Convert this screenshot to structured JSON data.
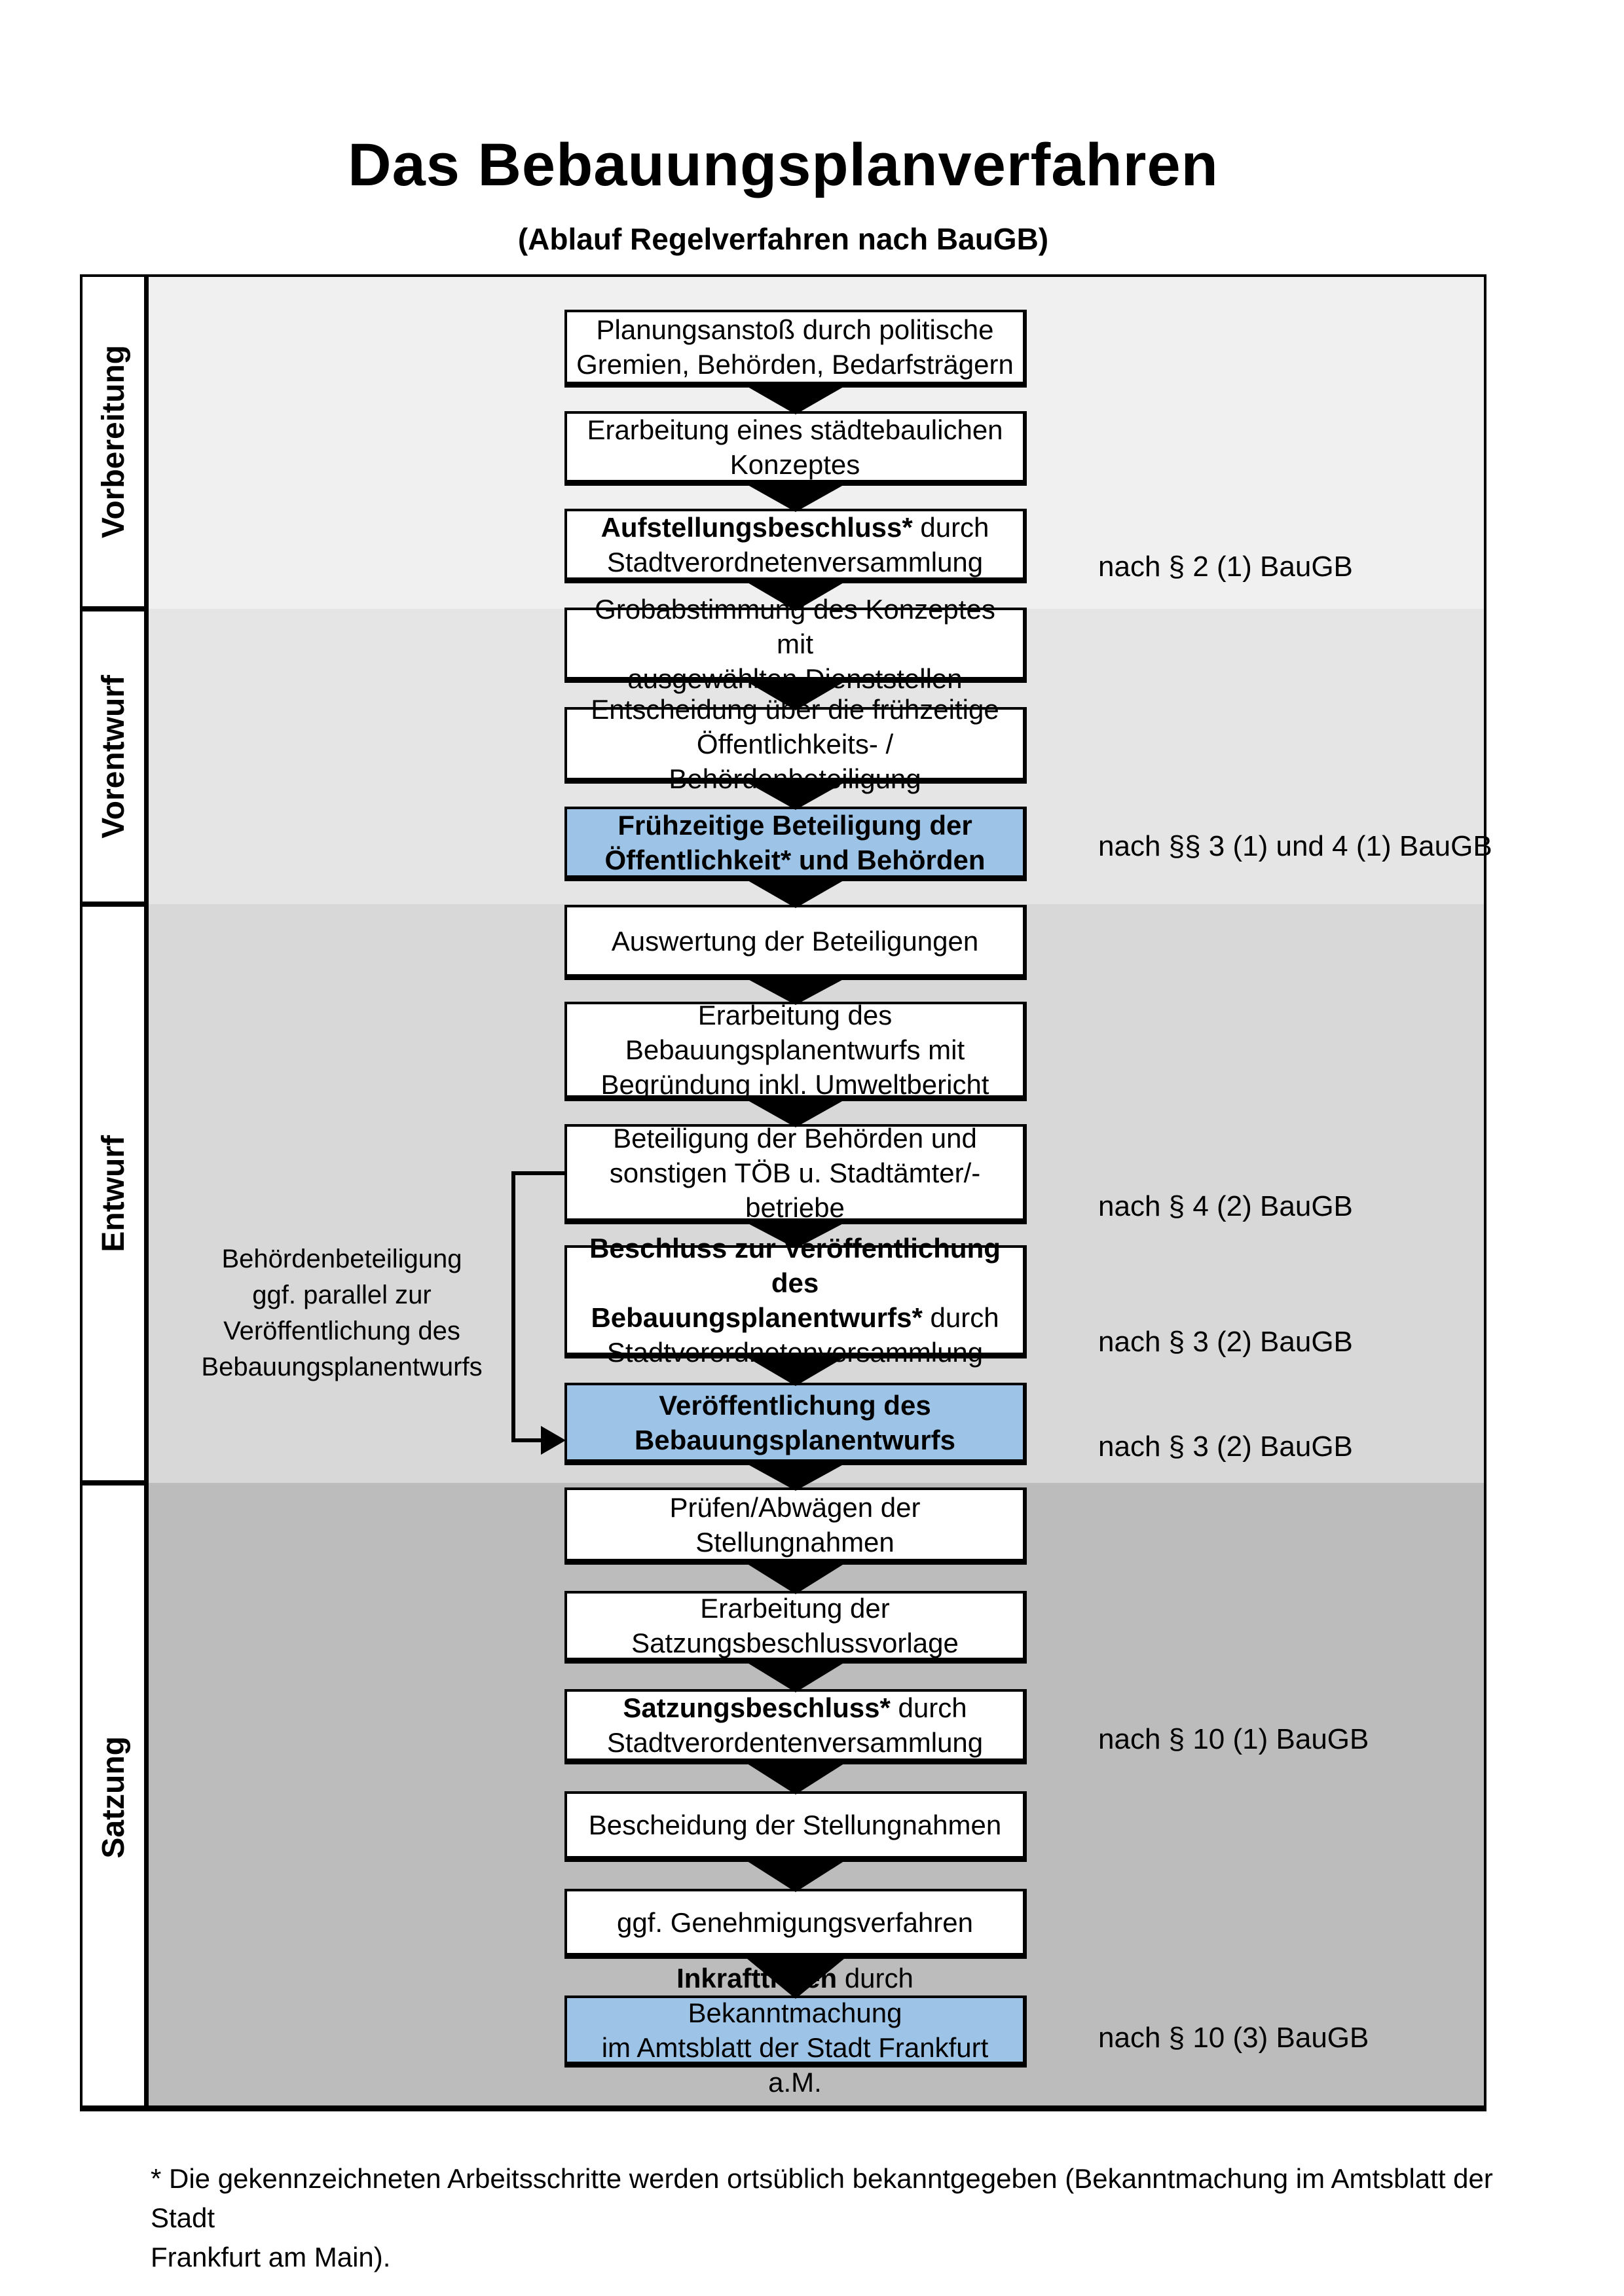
{
  "title": "Das Bebauungsplanverfahren",
  "subtitle": "(Ablauf Regelverfahren nach BauGB)",
  "phases": [
    {
      "label": "Vorbereitung"
    },
    {
      "label": "Vorentwurf"
    },
    {
      "label": "Entwurf"
    },
    {
      "label": "Satzung"
    }
  ],
  "steps": [
    {
      "l1": "Planungsanstoß durch politische",
      "l2": "Gremien, Behörden, Bedarfsträgern"
    },
    {
      "l1": "Erarbeitung eines städtebaulichen",
      "l2": "Konzeptes"
    },
    {
      "l1b": "Aufstellungsbeschluss*",
      "l1n": " durch",
      "l2": "Stadtverordnetenversammlung"
    },
    {
      "l1": "Grobabstimmung des Konzeptes mit",
      "l2": "ausgewählten Dienststellen"
    },
    {
      "l1": "Entscheidung über die frühzeitige",
      "l2": "Öffentlichkeits- / Behördenbeteiligung"
    },
    {
      "l1": "Frühzeitige Beteiligung der",
      "l2": "Öffentlichkeit* und Behörden"
    },
    {
      "l1": "Auswertung der Beteiligungen"
    },
    {
      "l1": "Erarbeitung des",
      "l2": "Bebauungsplanentwurfs mit",
      "l3": "Begründung inkl. Umweltbericht"
    },
    {
      "l1": "Beteiligung der Behörden und",
      "l2": "sonstigen TÖB u. Stadtämter/-betriebe"
    },
    {
      "l1": "Beschluss zur Veröffentlichung des",
      "l2b": "Bebauungsplanentwurfs*",
      "l2n": " durch",
      "l3": "Stadtverordnetenversammlung"
    },
    {
      "l1": "Veröffentlichung des",
      "l2": "Bebauungsplanentwurfs"
    },
    {
      "l1": "Prüfen/Abwägen der Stellungnahmen"
    },
    {
      "l1": "Erarbeitung der",
      "l2": "Satzungsbeschlussvorlage"
    },
    {
      "l1b": "Satzungsbeschluss*",
      "l1n": " durch",
      "l2": "Stadtverordentenversammlung"
    },
    {
      "l1": "Bescheidung der Stellungnahmen"
    },
    {
      "l1": "ggf. Genehmigungsverfahren"
    },
    {
      "l1b": "Inkrafttreten",
      "l1n": " durch Bekanntmachung",
      "l2": "im Amtsblatt der Stadt Frankfurt a.M."
    }
  ],
  "refs": [
    {
      "text": "nach § 2 (1) BauGB"
    },
    {
      "text": "nach §§ 3 (1) und 4 (1) BauGB"
    },
    {
      "text": "nach § 4 (2) BauGB"
    },
    {
      "text": "nach § 3 (2) BauGB"
    },
    {
      "text": "nach § 3 (2) BauGB"
    },
    {
      "text": "nach § 10 (1) BauGB"
    },
    {
      "text": "nach § 10 (3) BauGB"
    }
  ],
  "annotation": {
    "lines": [
      "Behördenbeteiligung",
      "ggf. parallel zur",
      "Veröffentlichung des",
      "Bebauungsplanentwurfs"
    ]
  },
  "footnote": {
    "line1": "* Die gekennzeichneten Arbeitsschritte werden ortsüblich bekanntgegeben (Bekanntmachung im Amtsblatt der Stadt",
    "line2": "Frankfurt am Main)."
  },
  "colors": {
    "highlight": "#9dc3e6",
    "band1": "#f0f0f0",
    "band2": "#e5e5e5",
    "band3": "#d8d8d8",
    "band4": "#bcbcbc"
  }
}
